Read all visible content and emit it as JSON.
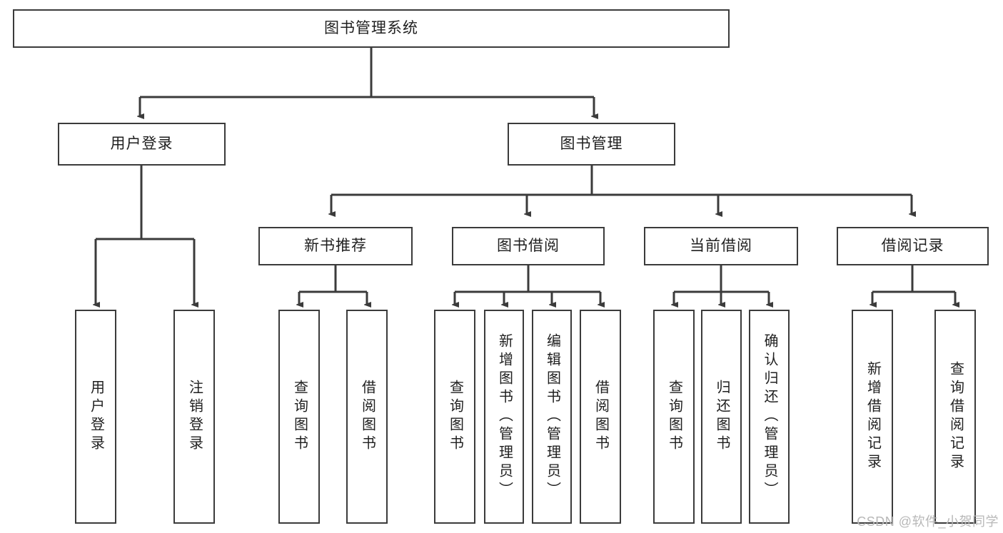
{
  "diagram": {
    "type": "hierarchy-tree",
    "title": "图书管理系统",
    "root": {
      "label": "图书管理系统"
    },
    "level2": [
      {
        "id": "user-login",
        "label": "用户登录"
      },
      {
        "id": "book-manage",
        "label": "图书管理"
      }
    ],
    "level3": [
      {
        "id": "new-book-recommend",
        "label": "新书推荐"
      },
      {
        "id": "book-borrow",
        "label": "图书借阅"
      },
      {
        "id": "current-borrow",
        "label": "当前借阅"
      },
      {
        "id": "borrow-record",
        "label": "借阅记录"
      }
    ],
    "leaves": {
      "user_login": [
        {
          "id": "leaf-user-login",
          "label": "用户登录"
        },
        {
          "id": "leaf-logout-login",
          "label": "注销登录"
        }
      ],
      "new_book_recommend": [
        {
          "id": "leaf-query-book-1",
          "label": "查询图书"
        },
        {
          "id": "leaf-borrow-book-1",
          "label": "借阅图书"
        }
      ],
      "book_borrow": [
        {
          "id": "leaf-query-book-2",
          "label": "查询图书"
        },
        {
          "id": "leaf-add-book",
          "label": "新增图书（管理员）"
        },
        {
          "id": "leaf-edit-book",
          "label": "编辑图书（管理员）"
        },
        {
          "id": "leaf-borrow-book-2",
          "label": "借阅图书"
        }
      ],
      "current_borrow": [
        {
          "id": "leaf-query-book-3",
          "label": "查询图书"
        },
        {
          "id": "leaf-return-book",
          "label": "归还图书"
        },
        {
          "id": "leaf-confirm-return",
          "label": "确认归还（管理员）"
        }
      ],
      "borrow_record": [
        {
          "id": "leaf-add-record",
          "label": "新增借阅记录"
        },
        {
          "id": "leaf-query-record",
          "label": "查询借阅记录"
        }
      ]
    }
  },
  "watermark": {
    "text": "CSDN @软件_小贺同学"
  },
  "colors": {
    "stroke": "#3b3b3b",
    "background": "#ffffff",
    "text": "#1f1f1f",
    "watermark": "#b8b8b8"
  }
}
